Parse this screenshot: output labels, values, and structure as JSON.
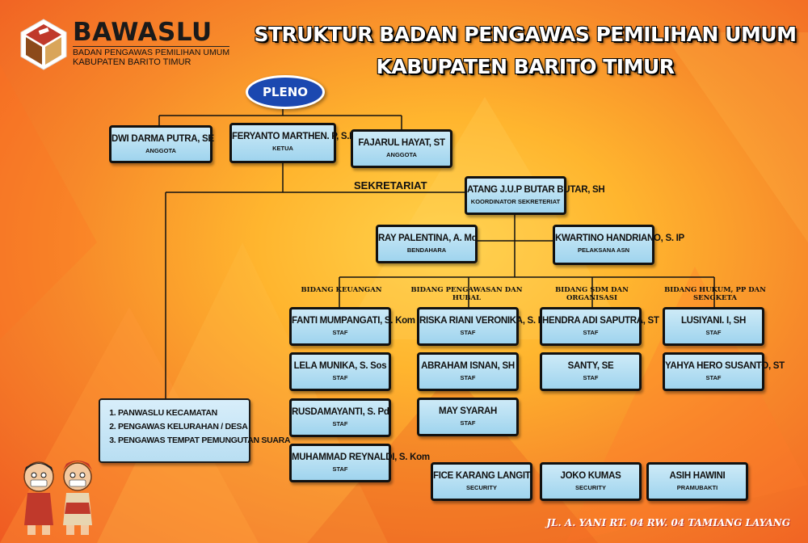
{
  "logo": {
    "name": "BAWASLU",
    "line1": "BADAN PENGAWAS PEMILIHAN UMUM",
    "line2": "KABUPATEN BARITO TIMUR"
  },
  "title": {
    "line1": "STRUKTUR BADAN PENGAWAS PEMILIHAN UMUM",
    "line2": "KABUPATEN BARITO TIMUR"
  },
  "pleno": "PLENO",
  "members": [
    {
      "name": "DWI DARMA PUTRA, SE",
      "role": "ANGGOTA"
    },
    {
      "name": "FERYANTO MARTHEN. P, S.Kom",
      "role": "KETUA"
    },
    {
      "name": "FAJARUL HAYAT, ST",
      "role": "ANGGOTA"
    }
  ],
  "sekretariat_label": "SEKRETARIAT",
  "koordinator": {
    "name": "ATANG J.U.P BUTAR BUTAR, SH",
    "role": "KOORDINATOR SEKRETERIAT"
  },
  "bendahara": {
    "name": "RAY PALENTINA, A. Md",
    "role": "BENDAHARA"
  },
  "pelaksana": {
    "name": "KWARTINO HANDRIANO, S. IP",
    "role": "PELAKSANA ASN"
  },
  "divisions": [
    {
      "title": "BIDANG KEUANGAN",
      "staff": [
        {
          "name": "FANTI MUMPANGATI, S. Kom",
          "role": "STAF"
        },
        {
          "name": "LELA MUNIKA, S. Sos",
          "role": "STAF"
        },
        {
          "name": "RUSDAMAYANTI, S. Pd",
          "role": "STAF"
        },
        {
          "name": "MUHAMMAD REYNALDI, S. Kom",
          "role": "STAF"
        }
      ]
    },
    {
      "title": "BIDANG PENGAWASAN DAN HUBAL",
      "staff": [
        {
          "name": "RISKA RIANI VERONIKA, S. IP",
          "role": "STAF"
        },
        {
          "name": "ABRAHAM ISNAN, SH",
          "role": "STAF"
        },
        {
          "name": "MAY SYARAH",
          "role": "STAF"
        }
      ]
    },
    {
      "title": "BIDANG SDM DAN ORGANISASI",
      "staff": [
        {
          "name": "HENDRA ADI SAPUTRA, ST",
          "role": "STAF"
        },
        {
          "name": "SANTY, SE",
          "role": "STAF"
        }
      ]
    },
    {
      "title": "BIDANG HUKUM, PP DAN SENGKETA",
      "staff": [
        {
          "name": "LUSIYANI. I, SH",
          "role": "STAF"
        },
        {
          "name": "YAHYA HERO SUSANTO, ST",
          "role": "STAF"
        }
      ]
    }
  ],
  "support": [
    {
      "name": "FICE KARANG LANGIT",
      "role": "SECURITY"
    },
    {
      "name": "JOKO KUMAS",
      "role": "SECURITY"
    },
    {
      "name": "ASIH HAWINI",
      "role": "PRAMUBAKTI"
    }
  ],
  "panwaslu_list": [
    "PANWASLU KECAMATAN",
    "PENGAWAS KELURAHAN / DESA",
    "PENGAWAS TEMPAT PEMUNGUTAN SUARA"
  ],
  "address": "JL. A. YANI RT. 04 RW. 04 TAMIANG LAYANG",
  "colors": {
    "box": "#b5def2",
    "pleno": "#1b48b0",
    "background": "#f7892a"
  }
}
